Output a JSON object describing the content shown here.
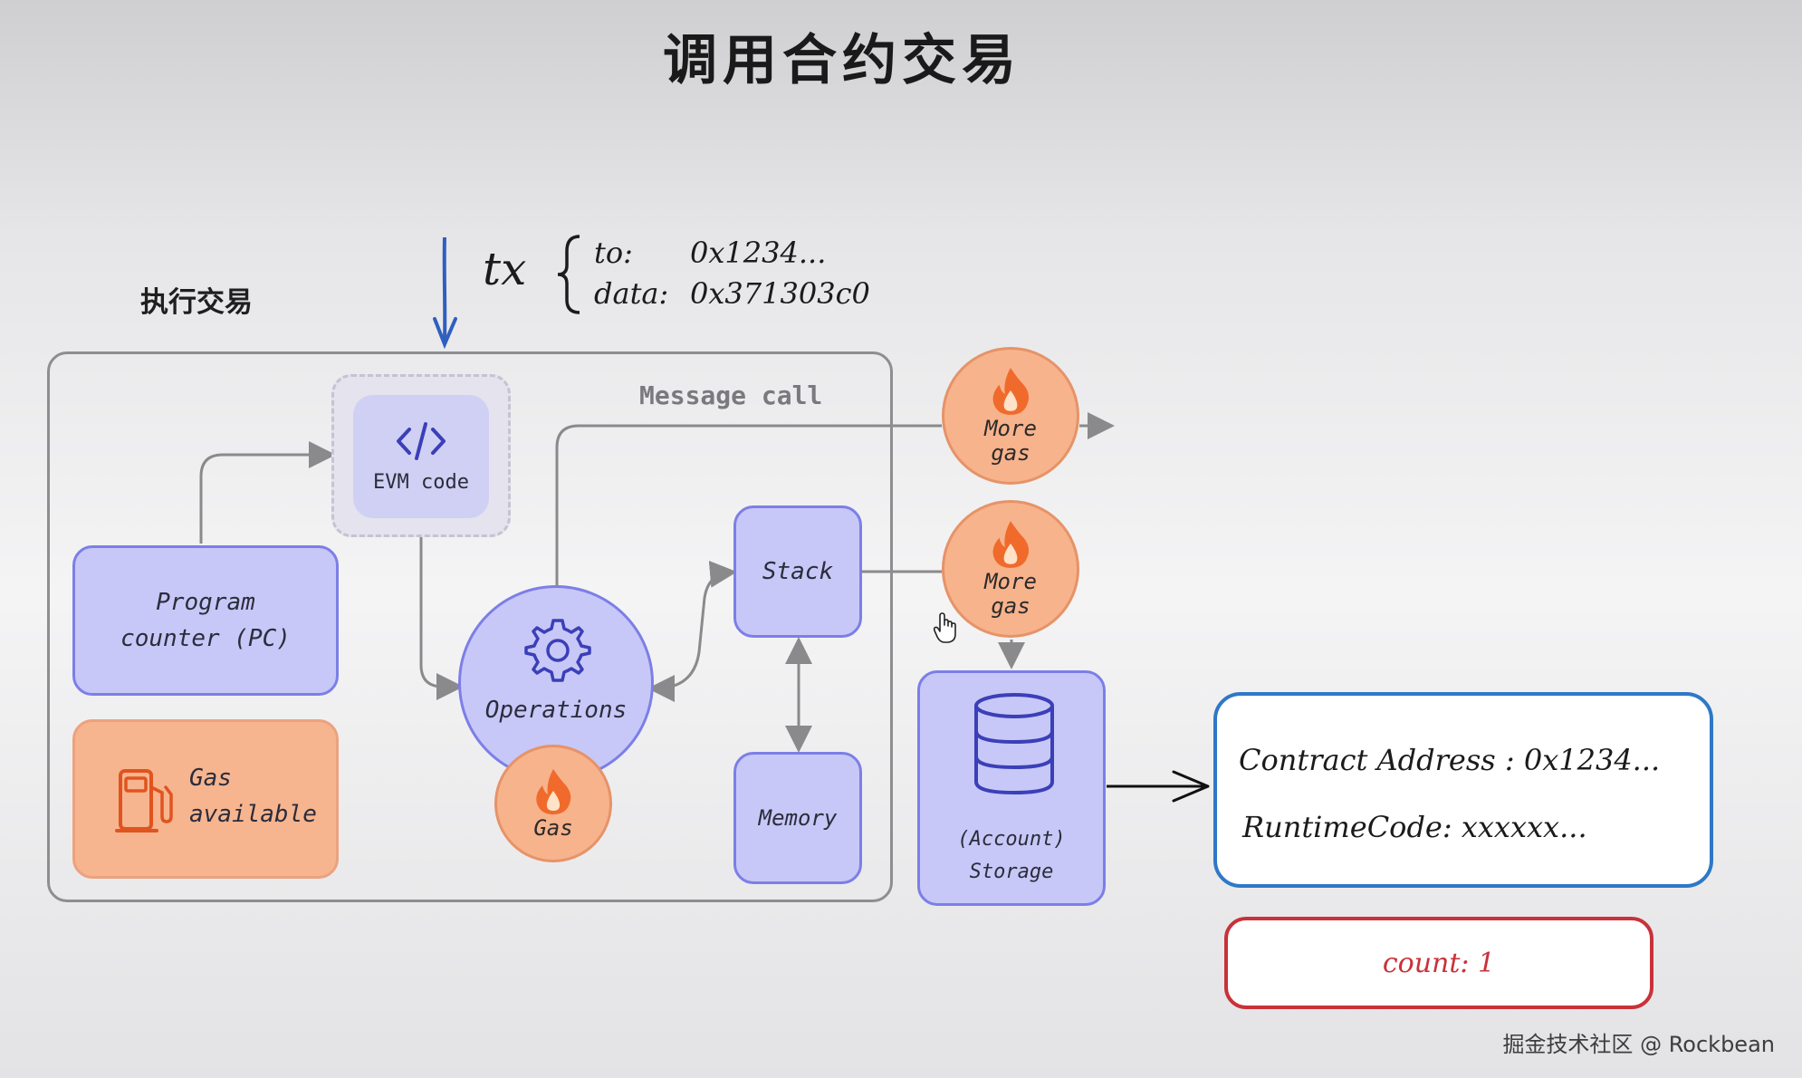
{
  "title": "调用合约交易",
  "execution_label": "执行交易",
  "tx": {
    "label": "tx",
    "to_key": "to:",
    "to_value": "0x1234...",
    "data_key": "data:",
    "data_value": "0x371303c0"
  },
  "message_call_label": "Message call",
  "nodes": {
    "evm_code": "EVM code",
    "program_counter_line1": "Program",
    "program_counter_line2": "counter (PC)",
    "gas_available_line1": "Gas",
    "gas_available_line2": "available",
    "operations": "Operations",
    "gas": "Gas",
    "stack": "Stack",
    "memory": "Memory",
    "storage_line1": "(Account)",
    "storage_line2": "Storage"
  },
  "more_gas_top": {
    "line1": "More",
    "line2": "gas"
  },
  "more_gas_bottom": {
    "line1": "More",
    "line2": "gas"
  },
  "contract_panel": {
    "address_label": "Contract Address : 0x1234...",
    "runtime_label": "RuntimeCode:  xxxxxx..."
  },
  "count_panel": {
    "label": "count: 1"
  },
  "watermark": "掘金技术社区 @ Rockbean",
  "colors": {
    "purple_fill": "#c7c8f7",
    "purple_border": "#7c7fe6",
    "orange_fill": "#f6b58f",
    "blue_panel_border": "#2e78c7",
    "red_panel_border": "#c8323a",
    "arrow_gray": "#8a8a8c",
    "tx_arrow_blue": "#2f5fbf",
    "icon_blue": "#3b3fb8",
    "fire_orange": "#f06a2c"
  }
}
